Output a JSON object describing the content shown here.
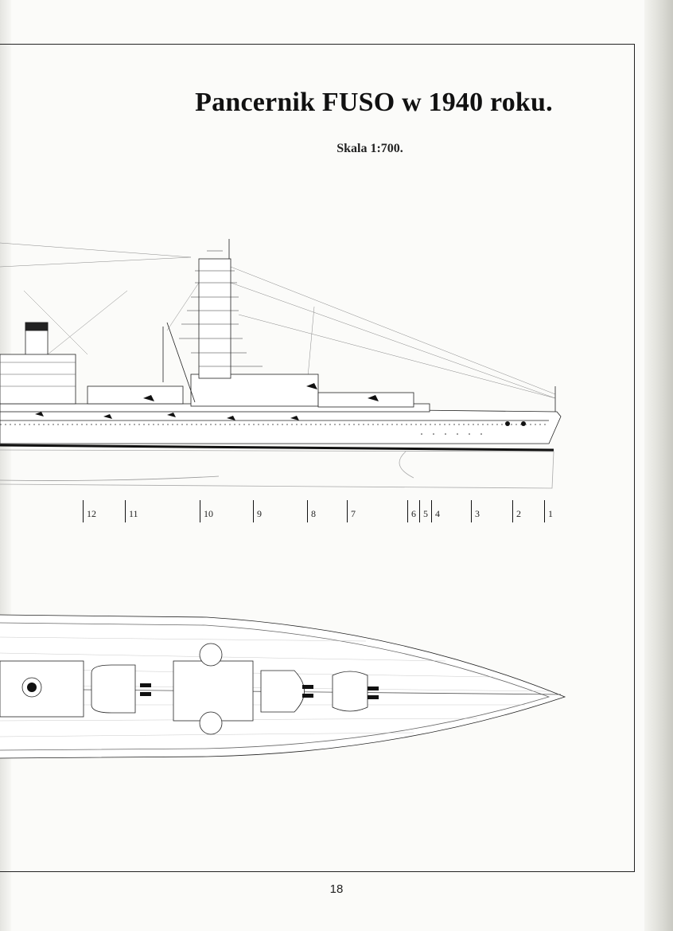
{
  "header": {
    "title": "Pancernik FUSO w 1940 roku.",
    "subtitle": "Skala 1:700."
  },
  "frame_numbers": [
    "12",
    "11",
    "10",
    "9",
    "8",
    "7",
    "6",
    "5",
    "4",
    "3",
    "2",
    "1"
  ],
  "footer": {
    "page_number": "18"
  }
}
